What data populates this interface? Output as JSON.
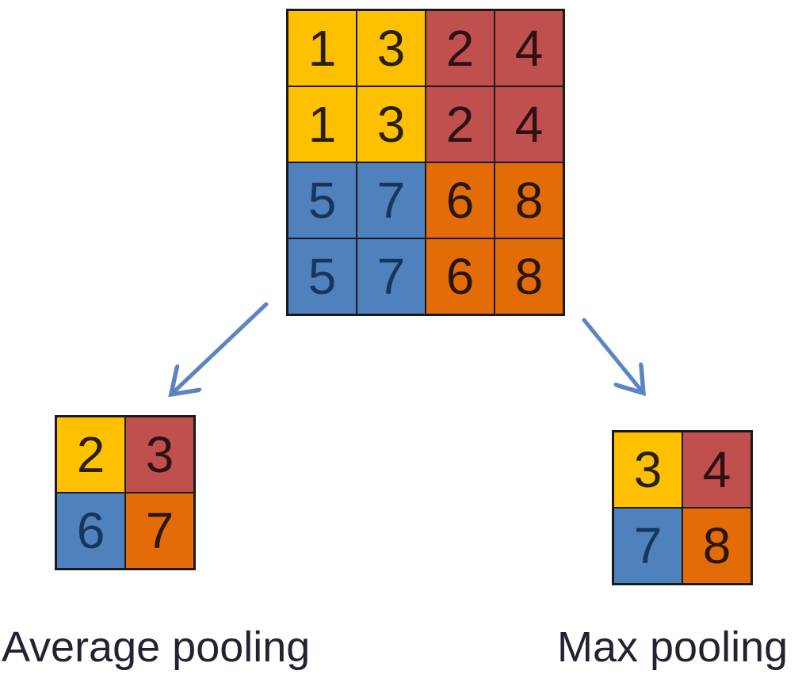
{
  "palette": {
    "yellow": {
      "fill": "#FFC000",
      "digit": "#272005"
    },
    "red": {
      "fill": "#C0504D",
      "digit": "#2E1112"
    },
    "blue": {
      "fill": "#4F81BD",
      "digit": "#17365D"
    },
    "orange": {
      "fill": "#E36C09",
      "digit": "#2A1703"
    }
  },
  "arrow_color": "#5B84C0",
  "border_color": "#1A1A1A",
  "label_color": "#1F2430",
  "input_grid": {
    "values": [
      [
        1,
        3,
        2,
        4
      ],
      [
        1,
        3,
        2,
        4
      ],
      [
        5,
        7,
        6,
        8
      ],
      [
        5,
        7,
        6,
        8
      ]
    ],
    "colors": [
      [
        "yellow",
        "yellow",
        "red",
        "red"
      ],
      [
        "yellow",
        "yellow",
        "red",
        "red"
      ],
      [
        "blue",
        "blue",
        "orange",
        "orange"
      ],
      [
        "blue",
        "blue",
        "orange",
        "orange"
      ]
    ]
  },
  "average_pooling": {
    "label": "Average pooling",
    "grid": {
      "values": [
        [
          2,
          3
        ],
        [
          6,
          7
        ]
      ],
      "colors": [
        [
          "yellow",
          "red"
        ],
        [
          "blue",
          "orange"
        ]
      ]
    }
  },
  "max_pooling": {
    "label": "Max pooling",
    "grid": {
      "values": [
        [
          3,
          4
        ],
        [
          7,
          8
        ]
      ],
      "colors": [
        [
          "yellow",
          "red"
        ],
        [
          "blue",
          "orange"
        ]
      ]
    }
  }
}
